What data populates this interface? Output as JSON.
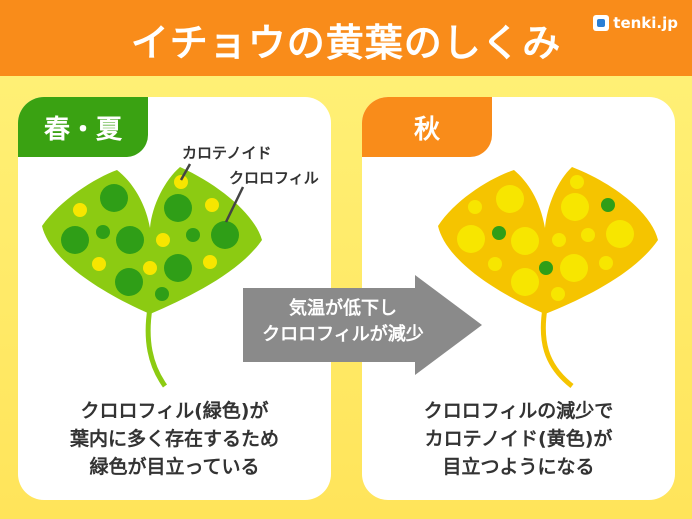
{
  "header": {
    "title": "イチョウの黄葉のしくみ",
    "logo": "tenki.jp"
  },
  "panels": [
    {
      "tab": "春・夏",
      "labels": {
        "carotenoid": "カロテノイド",
        "chlorophyll": "クロロフィル"
      },
      "description": [
        "クロロフィル(緑色)が",
        "葉内に多く存在するため",
        "緑色が目立っている"
      ]
    },
    {
      "tab": "秋",
      "description": [
        "クロロフィルの減少で",
        "カロテノイド(黄色)が",
        "目立つようになる"
      ]
    }
  ],
  "arrow": {
    "lines": [
      "気温が低下し",
      "クロロフィルが減少"
    ]
  },
  "colors": {
    "orange": "#f98c1a",
    "green_tab": "#3aa212",
    "leaf_green": "#8ccb12",
    "chlorophyll": "#2f9e17",
    "carotenoid": "#f7e600",
    "leaf_yellow": "#f5c400",
    "arrow": "#8a8a8a"
  }
}
